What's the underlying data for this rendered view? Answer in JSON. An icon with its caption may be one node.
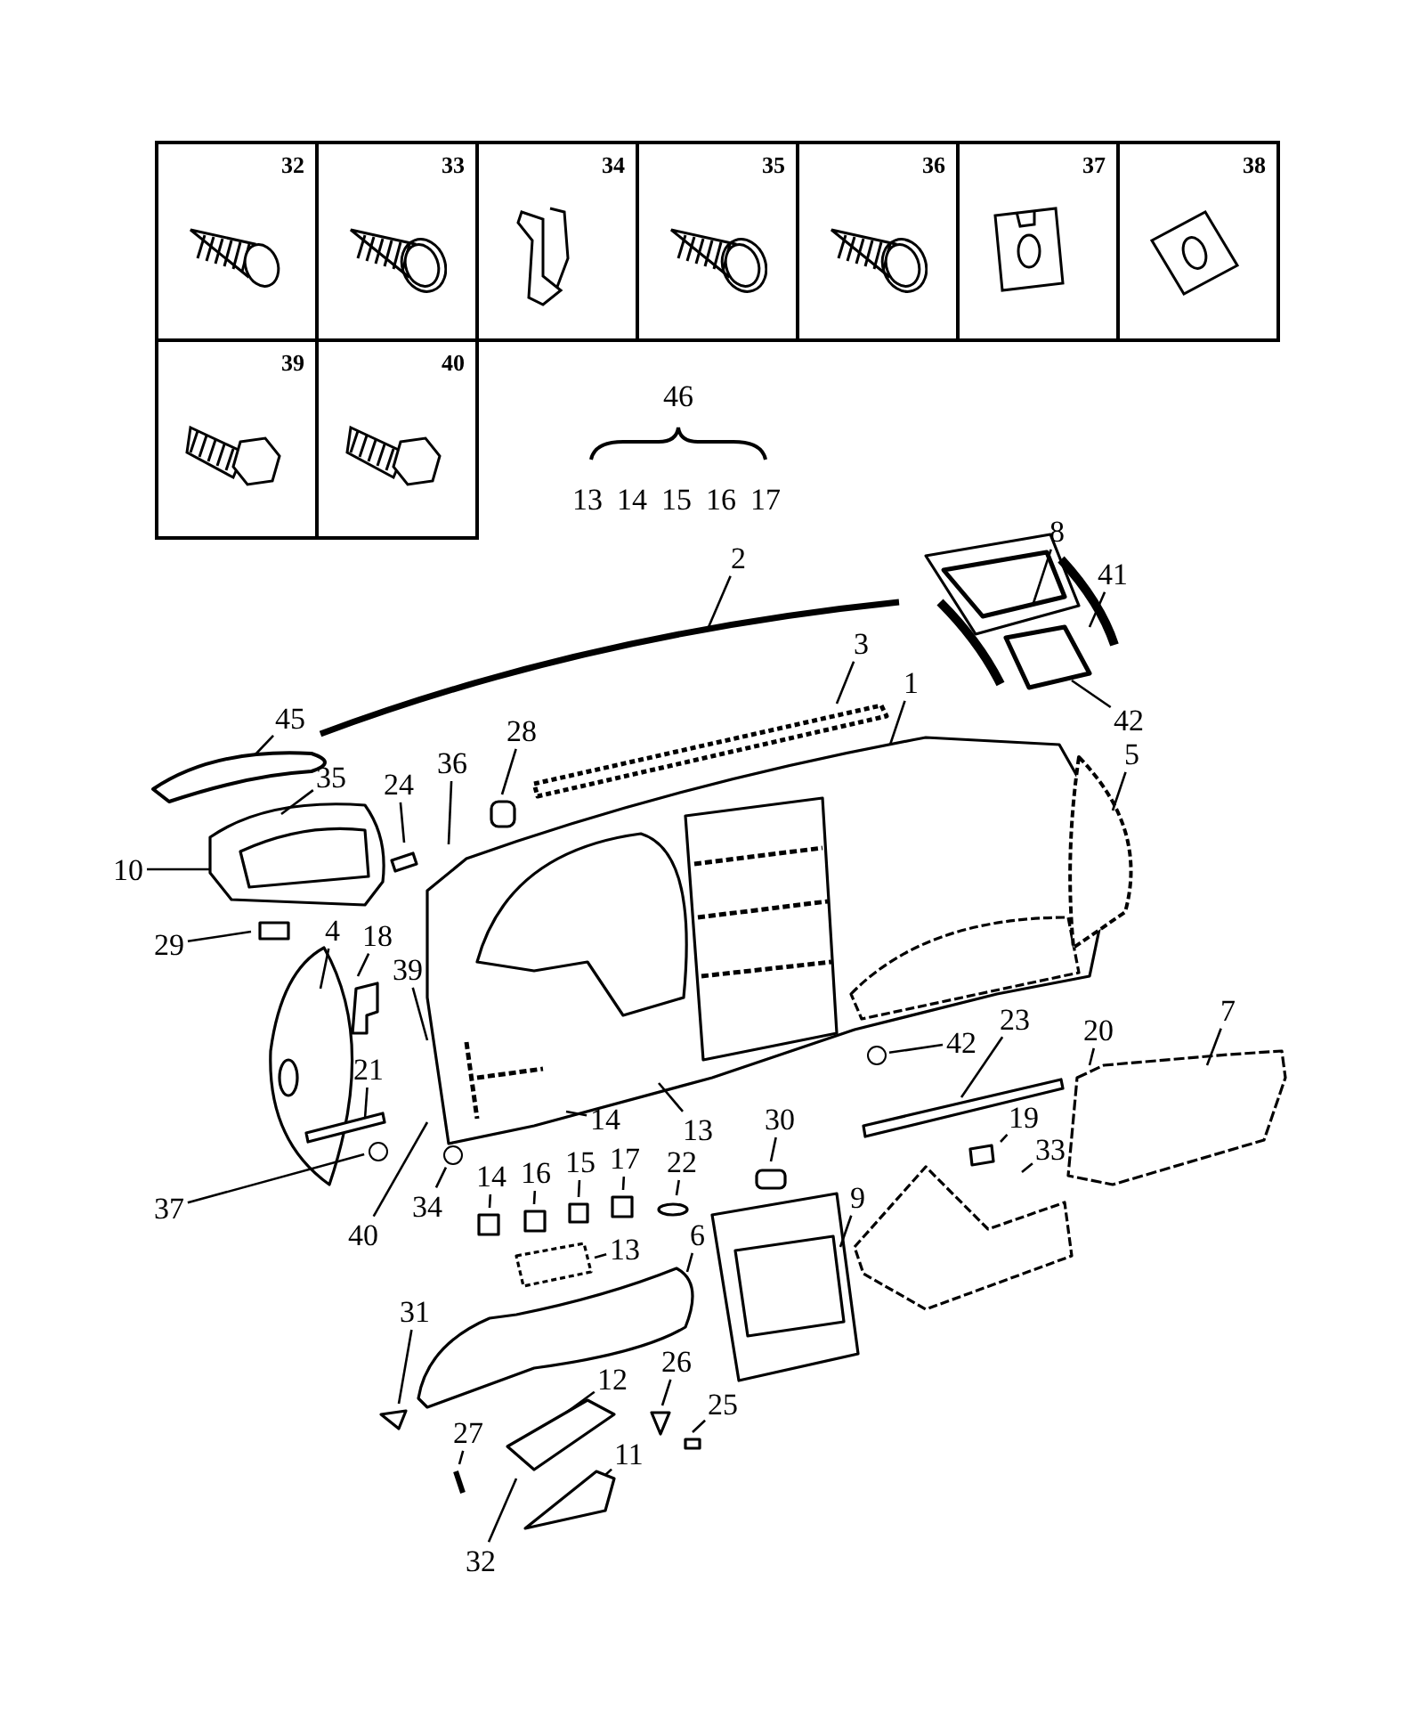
{
  "diagram": {
    "nodes": [
      {
        "text": [
          "32"
        ]
      },
      {
        "text": [
          "33"
        ]
      },
      {
        "text": [
          "34"
        ]
      },
      {
        "text": [
          "35"
        ]
      },
      {
        "text": [
          "36"
        ]
      },
      {
        "text": [
          "37"
        ]
      },
      {
        "text": [
          "38"
        ]
      },
      {
        "text": [
          "39"
        ]
      },
      {
        "text": [
          "40"
        ]
      },
      {
        "text": [
          "2"
        ]
      },
      {
        "text": [
          "8"
        ]
      },
      {
        "text": [
          "41"
        ]
      },
      {
        "text": [
          "3"
        ]
      },
      {
        "text": [
          "1"
        ]
      },
      {
        "text": [
          "42"
        ]
      },
      {
        "text": [
          "5"
        ]
      },
      {
        "text": [
          "45"
        ]
      },
      {
        "text": [
          "35"
        ]
      },
      {
        "text": [
          "10"
        ]
      },
      {
        "text": [
          "24"
        ]
      },
      {
        "text": [
          "36"
        ]
      },
      {
        "text": [
          "28"
        ]
      },
      {
        "text": [
          "29"
        ]
      },
      {
        "text": [
          "4"
        ]
      },
      {
        "text": [
          "18"
        ]
      },
      {
        "text": [
          "39"
        ]
      },
      {
        "text": [
          "21"
        ]
      },
      {
        "text": [
          "37"
        ]
      },
      {
        "text": [
          "40"
        ]
      },
      {
        "text": [
          "34"
        ]
      },
      {
        "text": [
          "14"
        ]
      },
      {
        "text": [
          "13"
        ]
      },
      {
        "text": [
          "42"
        ]
      },
      {
        "text": [
          "23"
        ]
      },
      {
        "text": [
          "20"
        ]
      },
      {
        "text": [
          "7"
        ]
      },
      {
        "text": [
          "19"
        ]
      },
      {
        "text": [
          "33"
        ]
      },
      {
        "text": [
          "30"
        ]
      },
      {
        "text": [
          "9"
        ]
      },
      {
        "text": [
          "14"
        ]
      },
      {
        "text": [
          "16"
        ]
      },
      {
        "text": [
          "15"
        ]
      },
      {
        "text": [
          "17"
        ]
      },
      {
        "text": [
          "13"
        ]
      },
      {
        "text": [
          "22"
        ]
      },
      {
        "text": [
          "6"
        ]
      },
      {
        "text": [
          "31"
        ]
      },
      {
        "text": [
          "12"
        ]
      },
      {
        "text": [
          "26"
        ]
      },
      {
        "text": [
          "25"
        ]
      },
      {
        "text": [
          "27"
        ]
      },
      {
        "text": [
          "11"
        ]
      },
      {
        "text": [
          "32"
        ]
      },
      {
        "text": [],
        "shape": "circle"
      },
      {
        "text": [],
        "shape": "circle"
      },
      {
        "text": [],
        "shape": "circle"
      }
    ],
    "edges": [
      {
        "from": 9,
        "to": null,
        "arrow": "none"
      },
      {
        "from": 10,
        "to": null,
        "arrow": "none"
      },
      {
        "from": 11,
        "to": null,
        "arrow": "none"
      },
      {
        "from": 12,
        "to": null,
        "arrow": "none"
      },
      {
        "from": 13,
        "to": null,
        "arrow": "none"
      },
      {
        "from": 14,
        "to": null,
        "arrow": "none"
      },
      {
        "from": 15,
        "to": null,
        "arrow": "none"
      },
      {
        "from": 16,
        "to": null,
        "arrow": "none"
      },
      {
        "from": 17,
        "to": null,
        "arrow": "none"
      },
      {
        "from": 18,
        "to": null,
        "arrow": "none"
      },
      {
        "from": 19,
        "to": null,
        "arrow": "none"
      },
      {
        "from": 20,
        "to": null,
        "arrow": "none"
      },
      {
        "from": 21,
        "to": null,
        "arrow": "none"
      },
      {
        "from": 22,
        "to": null,
        "arrow": "none"
      },
      {
        "from": 23,
        "to": null,
        "arrow": "none"
      },
      {
        "from": 24,
        "to": null,
        "arrow": "none"
      },
      {
        "from": 25,
        "to": null,
        "arrow": "none"
      },
      {
        "from": 26,
        "to": null,
        "arrow": "none"
      },
      {
        "from": 27,
        "to": 54,
        "arrow": "none"
      },
      {
        "from": 28,
        "to": null,
        "arrow": "none"
      },
      {
        "from": 29,
        "to": 55,
        "arrow": "none"
      },
      {
        "from": 30,
        "to": null,
        "arrow": "none"
      },
      {
        "from": 31,
        "to": null,
        "arrow": "none"
      },
      {
        "from": 32,
        "to": 56,
        "arrow": "none"
      },
      {
        "from": 33,
        "to": null,
        "arrow": "none"
      },
      {
        "from": 34,
        "to": null,
        "arrow": "none"
      },
      {
        "from": 35,
        "to": null,
        "arrow": "none"
      },
      {
        "from": 36,
        "to": null,
        "arrow": "none"
      },
      {
        "from": 37,
        "to": null,
        "arrow": "none"
      },
      {
        "from": 38,
        "to": null,
        "arrow": "none"
      },
      {
        "from": 39,
        "to": null,
        "arrow": "none"
      },
      {
        "from": 40,
        "to": null,
        "arrow": "none"
      },
      {
        "from": 41,
        "to": null,
        "arrow": "none"
      },
      {
        "from": 42,
        "to": null,
        "arrow": "none"
      },
      {
        "from": 43,
        "to": null,
        "arrow": "none"
      },
      {
        "from": 44,
        "to": null,
        "arrow": "none"
      },
      {
        "from": 45,
        "to": null,
        "arrow": "none"
      },
      {
        "from": 46,
        "to": null,
        "arrow": "none"
      },
      {
        "from": 47,
        "to": null,
        "arrow": "none"
      },
      {
        "from": 48,
        "to": null,
        "arrow": "none"
      },
      {
        "from": 49,
        "to": null,
        "arrow": "none"
      },
      {
        "from": 50,
        "to": null,
        "arrow": "none"
      },
      {
        "from": 51,
        "to": null,
        "arrow": "none"
      },
      {
        "from": 52,
        "to": null,
        "arrow": "none"
      },
      {
        "from": 53,
        "to": null,
        "arrow": "none"
      }
    ],
    "labels": [
      "46",
      "13",
      "14",
      "15",
      "16",
      "17"
    ]
  }
}
